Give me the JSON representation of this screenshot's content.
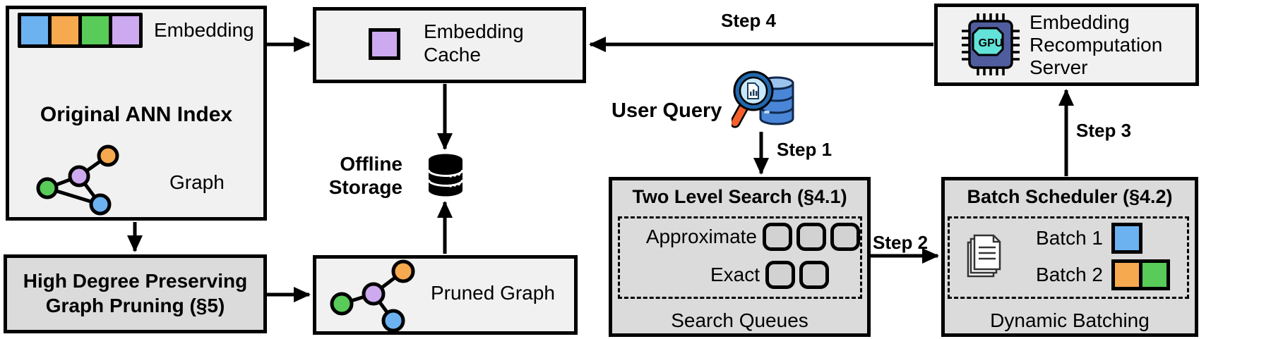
{
  "diagram": {
    "ann_index": {
      "title": "Original ANN Index",
      "embedding_label": "Embedding",
      "graph_label": "Graph"
    },
    "embedding_cache": {
      "lines": [
        "Embedding",
        "Cache"
      ]
    },
    "offline_storage": {
      "lines": [
        "Offline",
        "Storage"
      ]
    },
    "user_query": {
      "label": "User Query"
    },
    "recomputation_server": {
      "lines": [
        "Embedding",
        "Recomputation",
        "Server"
      ],
      "gpu_label": "GPU"
    },
    "two_level_search": {
      "title": "Two Level Search (§4.1)",
      "approximate_label": "Approximate",
      "exact_label": "Exact",
      "approximate_queue_count": 3,
      "exact_queue_count": 2,
      "footer": "Search Queues"
    },
    "batch_scheduler": {
      "title": "Batch Scheduler (§4.2)",
      "batch1_label": "Batch 1",
      "batch2_label": "Batch 2",
      "batch1_colors": [
        "#6cb2f1"
      ],
      "batch2_colors": [
        "#f6a94f",
        "#58cb58"
      ],
      "footer": "Dynamic Batching"
    },
    "graph_pruning": {
      "lines": [
        "High Degree Preserving",
        "Graph Pruning (§5)"
      ]
    },
    "pruned_graph": {
      "label": "Pruned Graph"
    },
    "steps": {
      "step1": "Step 1",
      "step2": "Step 2",
      "step3": "Step 3",
      "step4": "Step 4"
    },
    "colors": {
      "node_blue": "#6cb2f1",
      "node_orange": "#f6a94f",
      "node_green": "#58cb58",
      "node_purple": "#cda9ef",
      "box_light": "#f1f1f1",
      "box_dark": "#dbdbdb",
      "queue_fill": "#d2d2d2",
      "gpu_chip": "#4f5d9e",
      "gpu_die": "#62e2d8",
      "magnifier_rim": "#2167ac",
      "magnifier_lens": "#c8e9fa",
      "magnifier_handle": "#f4602c",
      "query_db_blue": "#4a86d8",
      "line_color": "#000000"
    }
  }
}
